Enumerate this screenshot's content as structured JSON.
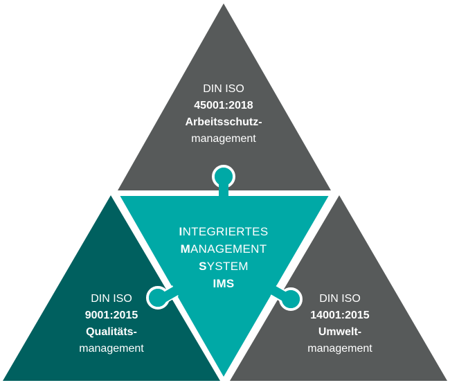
{
  "colors": {
    "gray": "#575a5a",
    "dark_teal": "#00605f",
    "teal": "#00a9a6"
  },
  "top": {
    "line1": "DIN ISO",
    "line2": "45001:2018",
    "line3": "Arbeitsschutz-",
    "line4": "management"
  },
  "left": {
    "line1": "DIN ISO",
    "line2": "9001:2015",
    "line3": "Qualitäts-",
    "line4": "management"
  },
  "right": {
    "line1": "DIN ISO",
    "line2": "14001:2015",
    "line3": "Umwelt-",
    "line4": "management"
  },
  "center": {
    "l1_initial": "I",
    "l1_rest": "NTEGRIERTES",
    "l2_initial": "M",
    "l2_rest": "ANAGEMENT",
    "l3_initial": "S",
    "l3_rest": "YSTEM",
    "l4": "IMS"
  }
}
